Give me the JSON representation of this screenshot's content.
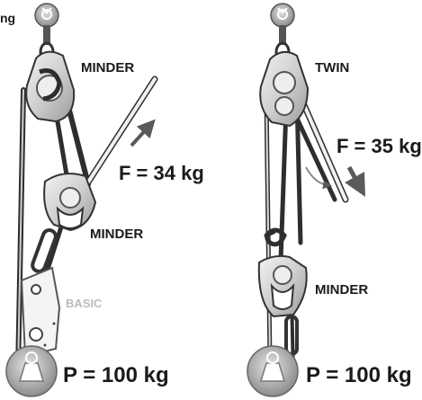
{
  "left_system": {
    "cropped_text": "ng",
    "top_pulley_label": "MINDER",
    "middle_pulley_label": "MINDER",
    "lower_device_label": "BASIC",
    "force_label": "F = 34 kg",
    "load_label": "P = 100 kg"
  },
  "right_system": {
    "top_pulley_label": "TWIN",
    "bottom_pulley_label": "MINDER",
    "force_label": "F = 35 kg",
    "load_label": "P = 100 kg"
  },
  "colors": {
    "ink": "#1a1a1a",
    "rope": "#3a3a3a",
    "rope_light": "#e6e6e6",
    "metal": "#d9d9d9",
    "metal_dark": "#7a7a7a",
    "arrow": "#5a5a5a",
    "basic_label": "#bbbbbb"
  },
  "icons": [
    "anchor-icon",
    "pulley-icon",
    "carabiner-icon",
    "rope-clamp-icon",
    "load-weight-icon",
    "arrow-icon"
  ]
}
